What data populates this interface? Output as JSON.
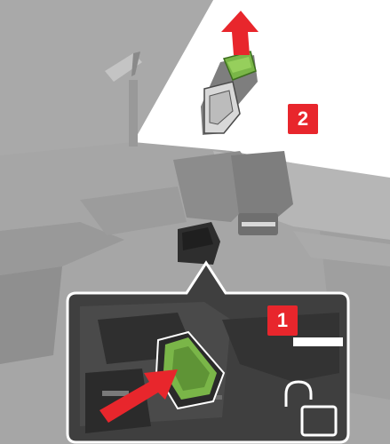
{
  "steps": [
    {
      "number": "2",
      "action": "pull-up",
      "arrow_color": "#e8262c"
    },
    {
      "number": "1",
      "action": "push-in",
      "arrow_color": "#e8262c"
    }
  ],
  "colors": {
    "printer_body": "#a6a6a6",
    "printer_shadow": "#8e8e8e",
    "callout_bg": "#3f3f3f",
    "staple_cartridge_handle": "#7ab648",
    "badge_bg": "#e8262c",
    "badge_text": "#ffffff"
  },
  "icons": [
    "arrow-up-icon",
    "arrow-right-icon",
    "unlock-icon",
    "staple-cartridge-icon"
  ]
}
